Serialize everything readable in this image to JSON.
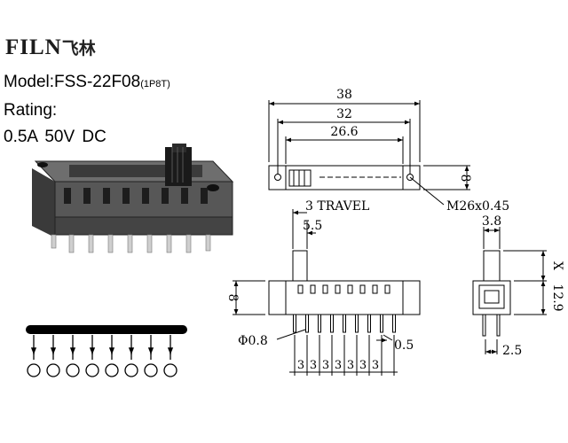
{
  "brand": {
    "latin": "FILN",
    "chinese": "飞林"
  },
  "model": {
    "label": "Model:",
    "value": "FSS-22F08",
    "suffix": "(1P8T)"
  },
  "rating": {
    "label": "Rating:",
    "value": "0.5A  50V  DC"
  },
  "dimensions": {
    "overall_length": "38",
    "mount_pitch": "32",
    "body_length": "26.6",
    "height_side": "8",
    "screw": "M26x0.45",
    "travel": "3 TRAVEL",
    "actuator_offset": "5.5",
    "front_height": "8",
    "pin_diameter": "Φ0.8",
    "pin_thickness": "0.5",
    "pin_pitches": [
      "3",
      "3",
      "3",
      "3",
      "3",
      "3",
      "3"
    ],
    "side_width": "3.8",
    "side_height": "12.9",
    "side_x": "X",
    "side_pin_span": "2.5"
  },
  "schematic": {
    "positions": 8
  },
  "colors": {
    "line": "#000000",
    "body": "#5a5a5a",
    "body_dark": "#2a2a2a",
    "pin": "#c9c9c9"
  }
}
